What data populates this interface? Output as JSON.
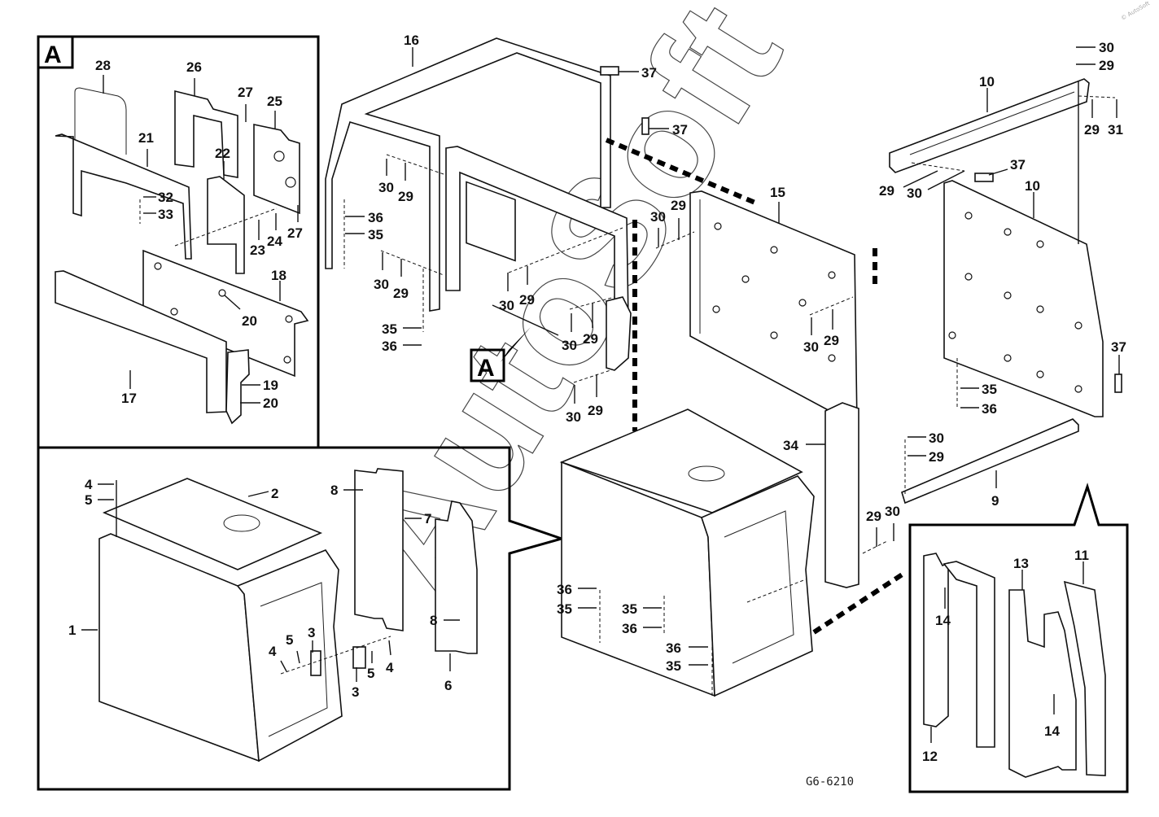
{
  "diagram": {
    "reference_code": "G6-6210",
    "watermark": "AutoSoft",
    "corner_stamp": "© AutoSoft",
    "inset_marker": "A",
    "inset_pointer_label": "A",
    "colors": {
      "line": "#111111",
      "background": "#ffffff"
    }
  },
  "callouts": {
    "inset_a": [
      "28",
      "26",
      "27",
      "25",
      "21",
      "22",
      "32",
      "33",
      "23",
      "24",
      "27",
      "18",
      "20",
      "17",
      "19",
      "20"
    ],
    "inset_base": [
      "4",
      "5",
      "2",
      "1",
      "4",
      "5",
      "3",
      "3",
      "5",
      "4",
      "8",
      "7",
      "8",
      "6"
    ],
    "upper_frame": [
      "16",
      "37",
      "37",
      "30",
      "29",
      "36",
      "35",
      "30",
      "29",
      "35",
      "36",
      "30",
      "29",
      "30",
      "29",
      "30",
      "29"
    ],
    "panel_15": [
      "30",
      "29",
      "15",
      "30",
      "29"
    ],
    "right_top": [
      "30",
      "29",
      "10",
      "29",
      "31",
      "29",
      "30",
      "37",
      "10",
      "37",
      "35",
      "36"
    ],
    "lower_main": [
      "34",
      "30",
      "29",
      "9",
      "29",
      "30",
      "36",
      "35",
      "35",
      "36",
      "36",
      "35"
    ],
    "inset_right": [
      "13",
      "11",
      "14",
      "14",
      "12"
    ]
  }
}
